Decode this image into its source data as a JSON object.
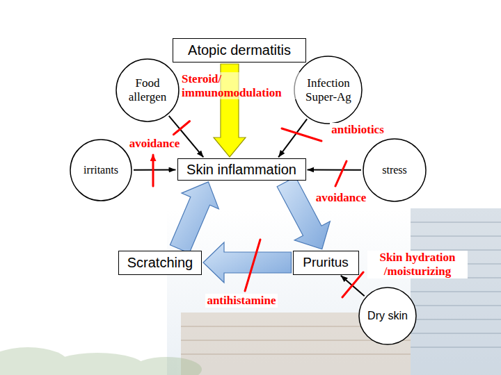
{
  "diagram": {
    "nodes": [
      {
        "text": [
          "Atopic dermatitis"
        ]
      },
      {
        "text": [
          "Food allergen"
        ]
      },
      {
        "text": [
          "Infection Super-Ag"
        ]
      },
      {
        "text": [
          "irritants"
        ]
      },
      {
        "text": [
          "Skin inflammation"
        ]
      },
      {
        "text": [
          "stress"
        ]
      },
      {
        "text": [
          "Scratching"
        ]
      },
      {
        "text": [
          "Pruritus"
        ]
      },
      {
        "text": [
          "Dry skin"
        ]
      }
    ],
    "edges": [
      {
        "from": 0,
        "to": 4,
        "arrow": "to"
      },
      {
        "from": 1,
        "to": 4,
        "arrow": "to"
      },
      {
        "from": 2,
        "to": 4,
        "arrow": "to"
      },
      {
        "from": 3,
        "to": 4,
        "arrow": "to"
      },
      {
        "from": 5,
        "to": 4,
        "arrow": "to"
      },
      {
        "from": 4,
        "to": 7,
        "arrow": "to"
      },
      {
        "from": 7,
        "to": 6,
        "arrow": "to"
      },
      {
        "from": 6,
        "to": 4,
        "arrow": "to"
      },
      {
        "from": 8,
        "to": 7,
        "arrow": "to"
      }
    ],
    "labels": [
      "Steroid/ immunomodulation",
      "antibiotics",
      "avoidance",
      "avoidance",
      "Skin hydration /moisturizing",
      "antihistamine"
    ]
  }
}
